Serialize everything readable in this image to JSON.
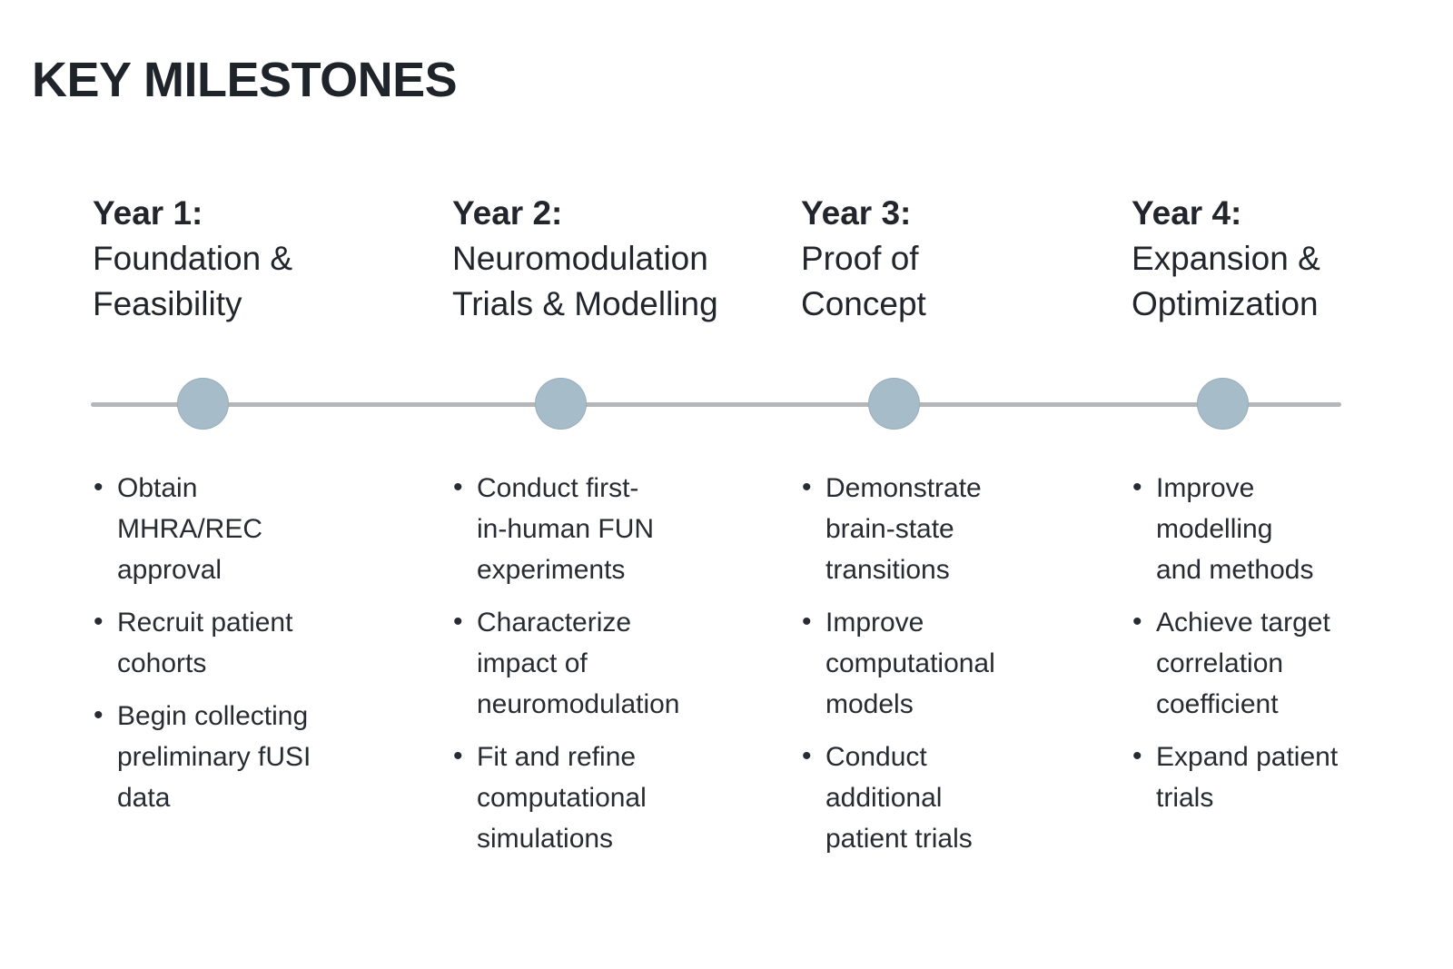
{
  "title": "KEY MILESTONES",
  "icons": {
    "bullet": "•"
  },
  "colors": {
    "text_primary": "#23272d",
    "dot_fill": "#a7bcc9",
    "line_gray": "#b4b6b8",
    "background": "#ffffff"
  },
  "columns": [
    {
      "year_label": "Year 1:",
      "subtitle": "Foundation &\nFeasibility",
      "bullets": [
        "Obtain\nMHRA/REC\napproval",
        "Recruit patient\ncohorts",
        "Begin collecting\npreliminary fUSI\ndata"
      ]
    },
    {
      "year_label": "Year 2:",
      "subtitle": "Neuromodulation\nTrials & Modelling",
      "bullets": [
        "Conduct first-\nin-human FUN\nexperiments",
        "Characterize\nimpact of\nneuromodulation",
        "Fit and refine\ncomputational\nsimulations"
      ]
    },
    {
      "year_label": "Year 3:",
      "subtitle": "Proof of\nConcept",
      "bullets": [
        "Demonstrate\nbrain-state\ntransitions",
        "Improve\ncomputational\nmodels",
        "Conduct\nadditional\npatient trials"
      ]
    },
    {
      "year_label": "Year 4:",
      "subtitle": "Expansion &\nOptimization",
      "bullets": [
        "Improve\nmodelling\nand methods",
        "Achieve target\ncorrelation\ncoefficient",
        "Expand patient\ntrials"
      ]
    }
  ]
}
